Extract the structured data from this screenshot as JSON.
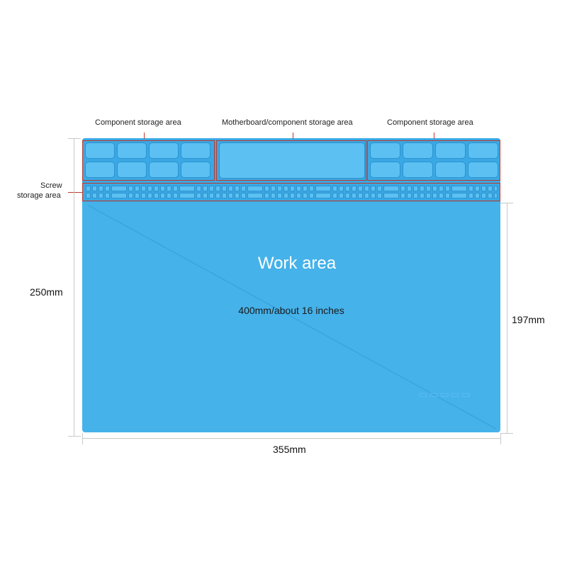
{
  "labels": {
    "component_left": "Component storage area",
    "motherboard": "Motherboard/component storage area",
    "component_right": "Component storage area",
    "screw_line1": "Screw",
    "screw_line2": "storage area",
    "work_area": "Work area",
    "diagonal": "400mm/about 16 inches",
    "height_total": "250mm",
    "height_work": "197mm",
    "width": "355mm"
  },
  "colors": {
    "mat": "#45b2ea",
    "cell": "#5cc0f2",
    "outline": "#c0392b"
  }
}
